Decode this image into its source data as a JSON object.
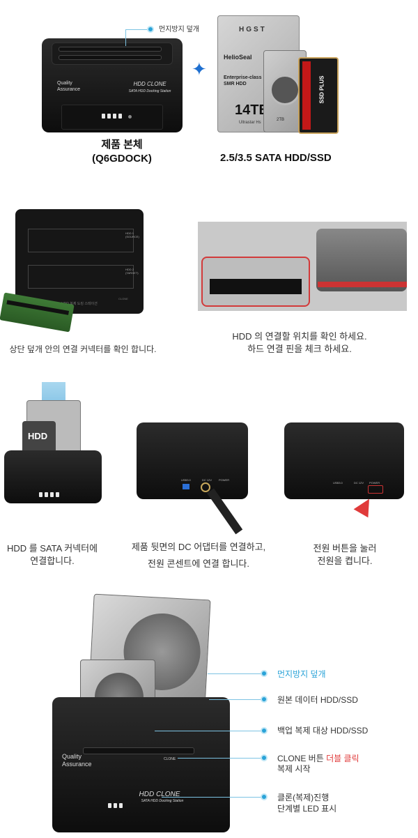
{
  "section1": {
    "callout": "먼지방지 덮개",
    "product_title": "제품 본체",
    "product_model": "(Q6GDOCK)",
    "plus": "+",
    "drives_caption": "2.5/3.5 SATA HDD/SSD",
    "dock_label_qa": "Quality\nAssurance",
    "dock_label_brand": "HDD CLONE",
    "dock_label_sub": "SATA HDD Docking Station",
    "hdd_brand": "HGST",
    "hdd_series": "HelioSeal",
    "hdd_line": "Enterprise-class\nSMR HDD",
    "hdd_capacity": "14TB",
    "hdd_sub": "Ultrastar Hs",
    "hdd2_capacity": "2TB",
    "ssd_label": "SSD PLUS"
  },
  "section2": {
    "left_caption": "상단 덮개 안의 연결 커넥터를 확인 합니다.",
    "right_caption_line1": "HDD 의 연결할 위치를 확인 하세요.",
    "right_caption_line2": "하드 연결 핀을 체크 하세요.",
    "slot1_label": "HDD 1\n(SOURCE)",
    "slot2_label": "HDD 2\n(TARGET)",
    "panel_text": "HDD 복제 도킹 스테이션",
    "clone_text": "CLONE"
  },
  "section3": {
    "step1_line1": "HDD 를 SATA 커넥터에",
    "step1_line2": "연결합니다.",
    "step2_line1": "제품 뒷면의 DC 어댑터를 연결하고,",
    "step2_line2": "전원 콘센트에 연결 합니다.",
    "step3_line1": "전원 버튼을 눌러",
    "step3_line2": "전원을 켭니다.",
    "hdd_label": "HDD",
    "port_usb": "USB3.0",
    "port_dc": "DC 12V",
    "port_power": "POWER"
  },
  "section4": {
    "callout1": "먼지방지 덮개",
    "callout2": "원본 데이터 HDD/SSD",
    "callout3": "백업 복제 대상 HDD/SSD",
    "callout4_prefix": "CLONE 버튼 ",
    "callout4_highlight": "더블 클릭",
    "callout4_line2": "복제 시작",
    "callout5_line1": "클론(복제)진행",
    "callout5_line2": "단계별 LED 표시",
    "dock_label_qa": "Quality\nAssurance",
    "dock_label_brand": "HDD CLONE",
    "dock_label_sub": "SATA HDD Docking Station",
    "clone_btn": "CLONE"
  },
  "colors": {
    "accent_blue": "#2aa3d8",
    "highlight_red": "#e03a3a",
    "dock_black": "#151515"
  }
}
